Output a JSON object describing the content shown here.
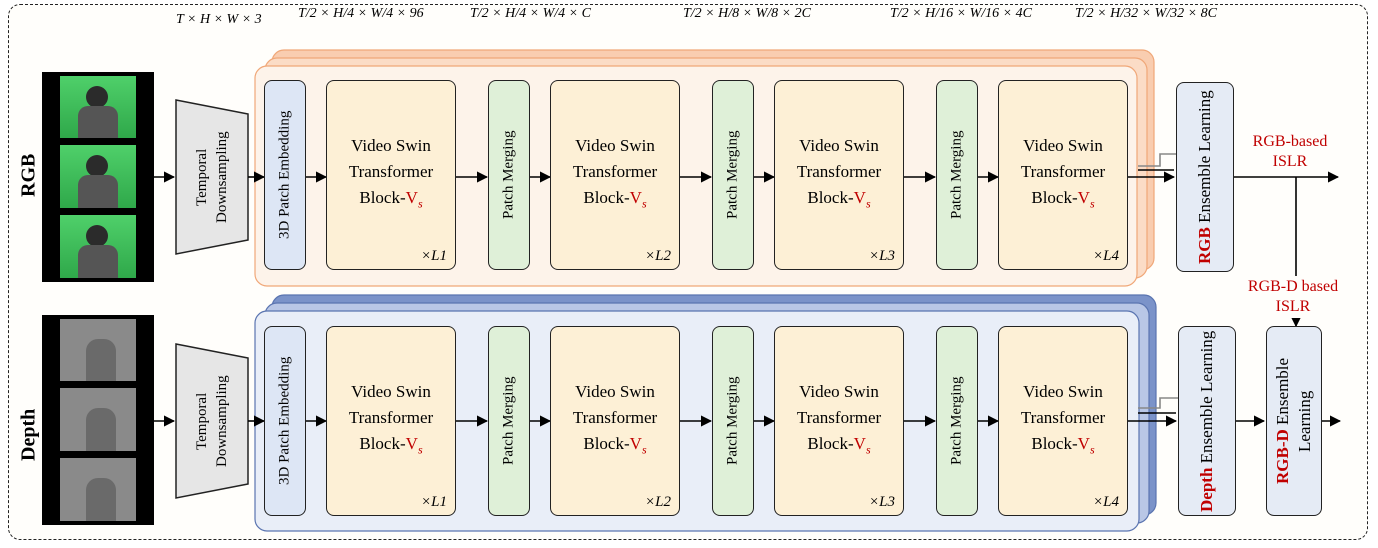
{
  "dims": {
    "d0": "T × H × W × 3",
    "d1": "T/2 × H/4 × W/4 × 96",
    "d2": "T/2 × H/4 × W/4 × C",
    "d3": "T/2 × H/8 × W/8 × 2C",
    "d4": "T/2 × H/16 × W/16 × 4C",
    "d5": "T/2 × H/32 × W/32 × 8C"
  },
  "streams": {
    "rgb_label": "RGB",
    "depth_label": "Depth"
  },
  "common": {
    "temporal": "Temporal Downsampling",
    "patch_embedding": "3D Patch Embedding",
    "patch_merging": "Patch Merging",
    "swin_line1": "Video Swin",
    "swin_line2": "Transformer",
    "swin_line3": "Block-",
    "swin_v": "V",
    "swin_sub": "s",
    "repeats": [
      "L1",
      "L2",
      "L3",
      "L4"
    ]
  },
  "ensemble": {
    "rgb_bold": "RGB",
    "depth_bold": "Depth",
    "rgbd_bold": "RGB-D",
    "suffix_line1": "Ensemble",
    "suffix_line2": "Learning"
  },
  "outputs": {
    "rgb_isolr_1": "RGB-based",
    "rgb_isolr_2": "ISLR",
    "rgbd_isolr_1": "RGB-D based",
    "rgbd_isolr_2": "ISLR"
  },
  "colors": {
    "rgb_stack": "#f9cdb0",
    "rgb_panel": "#fdf3ea",
    "depth_stack": "#7b93c9",
    "depth_panel": "#e9eef8",
    "swin_block": "#fdf0d6",
    "merge_block": "#dff0d8",
    "embed_block": "#dde6f5",
    "ensemble_block": "#e5ebf5",
    "accent_red": "#c00000"
  }
}
